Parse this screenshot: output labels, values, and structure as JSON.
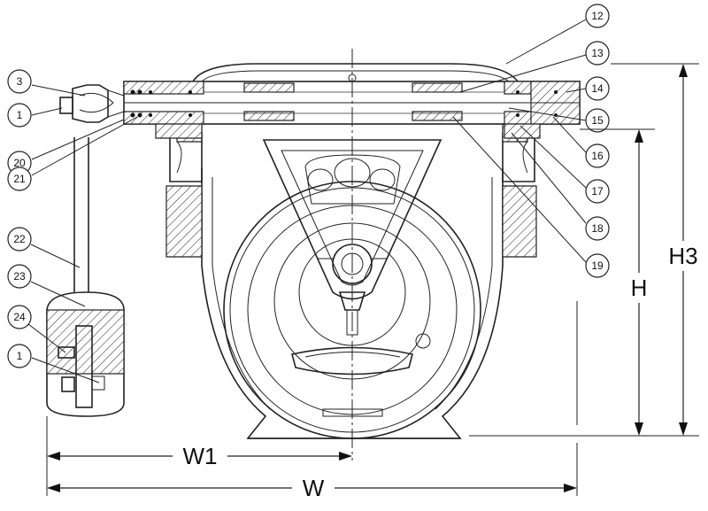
{
  "callouts": {
    "c1a": "1",
    "c3": "3",
    "c20": "20",
    "c21": "21",
    "c22": "22",
    "c23": "23",
    "c24": "24",
    "c1b": "1",
    "c12": "12",
    "c13": "13",
    "c14": "14",
    "c15": "15",
    "c16": "16",
    "c17": "17",
    "c18": "18",
    "c19": "19"
  },
  "dimensions": {
    "w1": "W1",
    "w": "W",
    "h": "H",
    "h3": "H3"
  }
}
